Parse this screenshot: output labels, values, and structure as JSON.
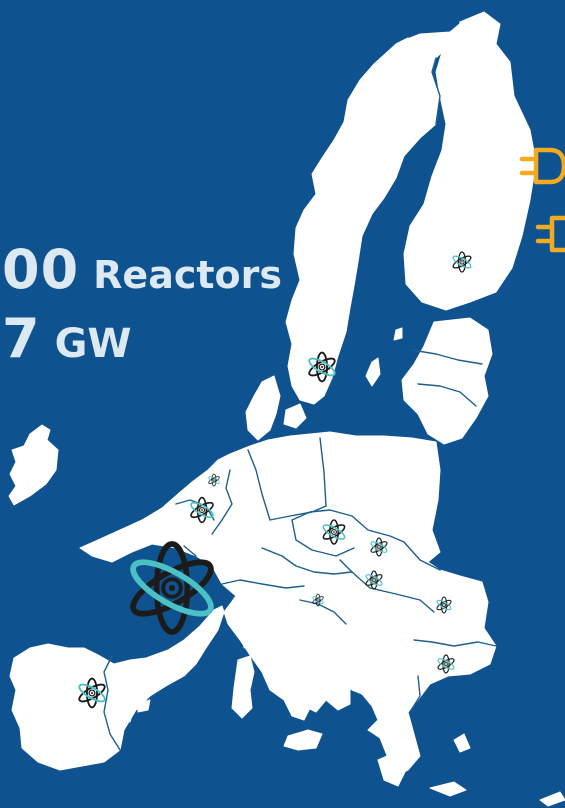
{
  "stats": {
    "reactors_value": "00",
    "reactors_label": "Reactors",
    "capacity_value": "7",
    "capacity_label": "GW"
  },
  "colors": {
    "sea": "#0e5290",
    "land": "#ffffff",
    "borders": "#1c5f8e",
    "text": "#dde9f2",
    "atom_dark": "#1b1b1b",
    "atom_accent": "#4cc1c4",
    "plug": "#f2aa1f"
  },
  "icons": {
    "reactor": "atom-icon",
    "plug": "plug-icon"
  },
  "reactor_sites": [
    {
      "region": "finland",
      "scale": "small"
    },
    {
      "region": "sweden",
      "scale": "medium"
    },
    {
      "region": "belgium",
      "scale": "small"
    },
    {
      "region": "netherlands",
      "scale": "tiny"
    },
    {
      "region": "france",
      "scale": "large"
    },
    {
      "region": "spain",
      "scale": "medium"
    },
    {
      "region": "czechia",
      "scale": "medium"
    },
    {
      "region": "slovakia",
      "scale": "small"
    },
    {
      "region": "hungary",
      "scale": "small"
    },
    {
      "region": "slovenia",
      "scale": "tiny"
    },
    {
      "region": "romania",
      "scale": "small"
    },
    {
      "region": "bulgaria",
      "scale": "small"
    }
  ]
}
